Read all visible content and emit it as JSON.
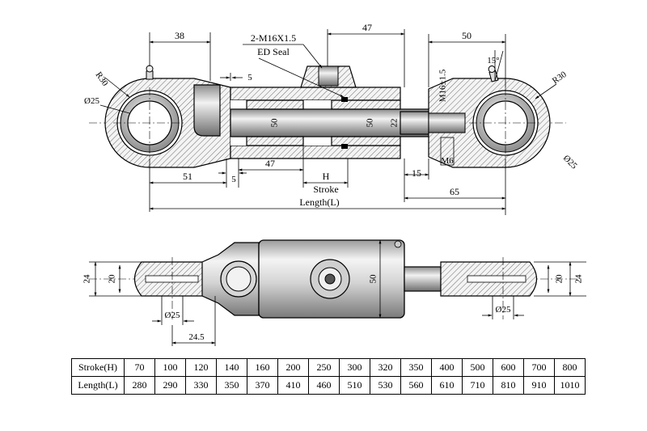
{
  "top_view": {
    "dims": {
      "d38": "38",
      "thread": "2-M16X1.5",
      "seal": "ED Seal",
      "d47_top": "47",
      "d50_top": "50",
      "d15deg": "15°",
      "r30_left": "R30",
      "r30_right": "R30",
      "d5_top": "5",
      "dia25_left": "Ø25",
      "dia25_right": "Ø25",
      "rod_thread": "M16±1.5",
      "d50_body": "50",
      "d50_bore": "50",
      "d22": "22",
      "d51": "51",
      "d5_bottom": "5",
      "d47_bottom": "47",
      "h": "H",
      "stroke": "Stroke",
      "d15_bottom": "15",
      "m6": "M6",
      "d65": "65",
      "length": "Length(L)"
    }
  },
  "bottom_view": {
    "dims": {
      "d24_left": "24",
      "d20_left": "20",
      "d50": "50",
      "d20_right": "20",
      "d24_right": "24",
      "dia25_left": "Ø25",
      "dia25_right": "Ø25",
      "d24_5": "24.5"
    }
  },
  "table": {
    "stroke_label": "Stroke(H)",
    "length_label": "Length(L)",
    "strokes": [
      "70",
      "100",
      "120",
      "140",
      "160",
      "200",
      "250",
      "300",
      "320",
      "350",
      "400",
      "500",
      "600",
      "700",
      "800"
    ],
    "lengths": [
      "280",
      "290",
      "330",
      "350",
      "370",
      "410",
      "460",
      "510",
      "530",
      "560",
      "610",
      "710",
      "810",
      "910",
      "1010"
    ]
  }
}
